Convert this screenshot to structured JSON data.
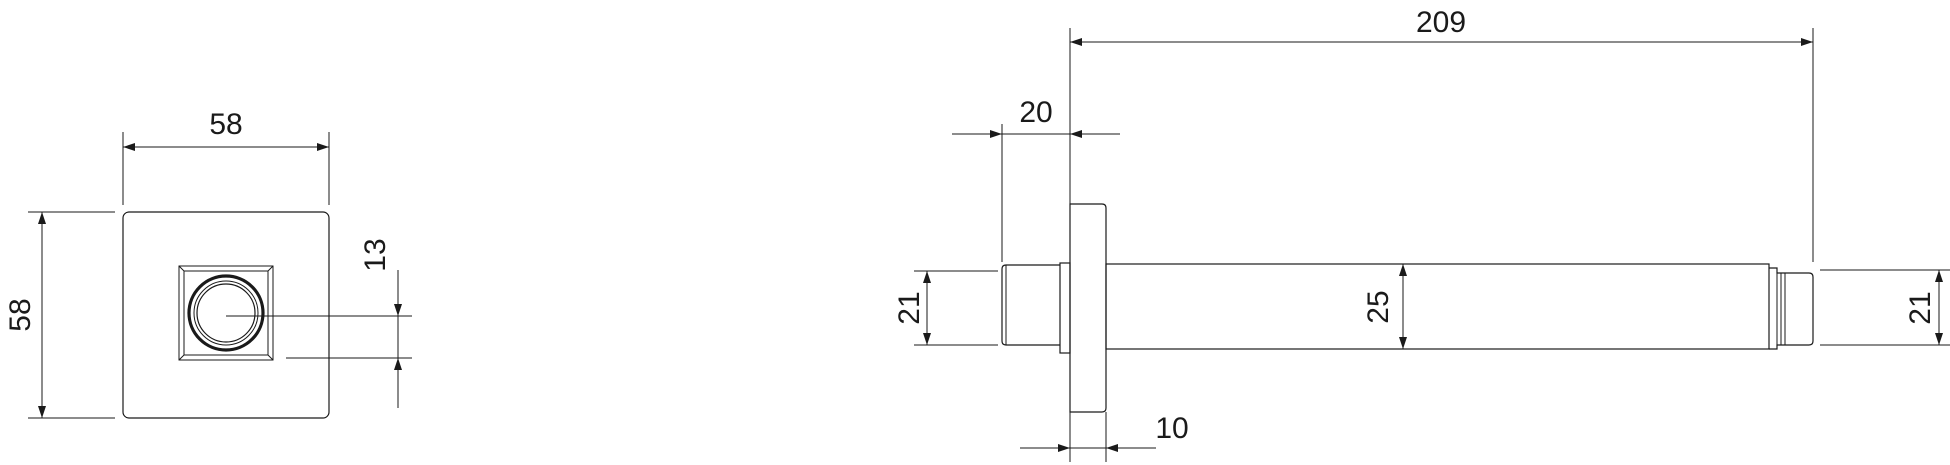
{
  "dimensions": {
    "front_width": "58",
    "front_height": "58",
    "outlet_offset": "13",
    "total_length": "209",
    "wall_flange_to_end": "20",
    "flange_thickness": "10",
    "inlet_thread_diameter": "21",
    "arm_diameter": "25",
    "outlet_thread_diameter": "21"
  }
}
